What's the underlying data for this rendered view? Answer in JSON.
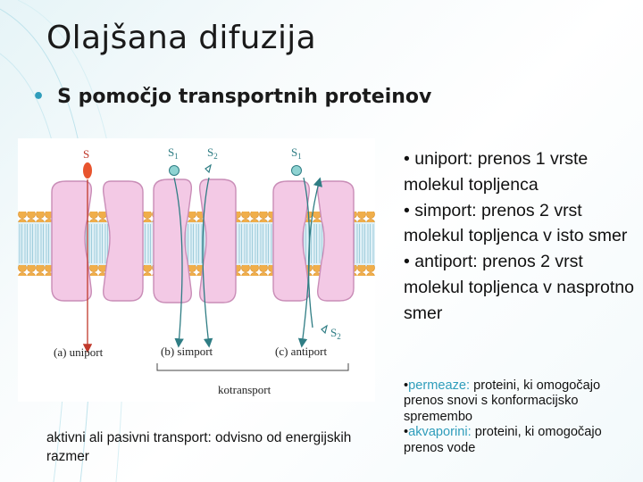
{
  "slide": {
    "title": "Olajšana difuzija",
    "bullet": "S pomočjo transportnih proteinov"
  },
  "figure": {
    "label_s": "S",
    "label_s1_b": "S",
    "label_s2_b": "S",
    "label_s1_c": "S",
    "label_s2_c": "S",
    "sub_1": "1",
    "sub_2": "2",
    "sub_1c": "1",
    "sub_2c": "2",
    "uniport": "(a) uniport",
    "simport": "(b) simport",
    "antiport": "(c) antiport",
    "kotransport": "kotransport",
    "colors": {
      "head": "#f0ae4a",
      "tail": "#c8e6f0",
      "protein": "#f3c9e5",
      "protein_edge": "#c98db7",
      "arrow": "#2f7d84",
      "solute_s": "#e8542e"
    }
  },
  "right_list": {
    "item1_bullet": "•",
    "item1": "uniport: prenos 1 vrste molekul topljenca",
    "item2_bullet": "•",
    "item2": "simport: prenos 2 vrst molekul topljenca v isto smer",
    "item3_bullet": "•",
    "item3": "antiport: prenos 2 vrst molekul topljenca v nasprotno smer"
  },
  "lower_list": {
    "b1": "•",
    "perm_label": "permeaze:",
    "perm_text": " proteini, ki omogočajo prenos snovi s konformacijsko spremembo",
    "b2": "•",
    "aqua_label": "akvaporini:",
    "aqua_text": " proteini, ki omogočajo prenos vode"
  },
  "caption": "aktivni ali pasivni transport: odvisno od energijskih razmer"
}
